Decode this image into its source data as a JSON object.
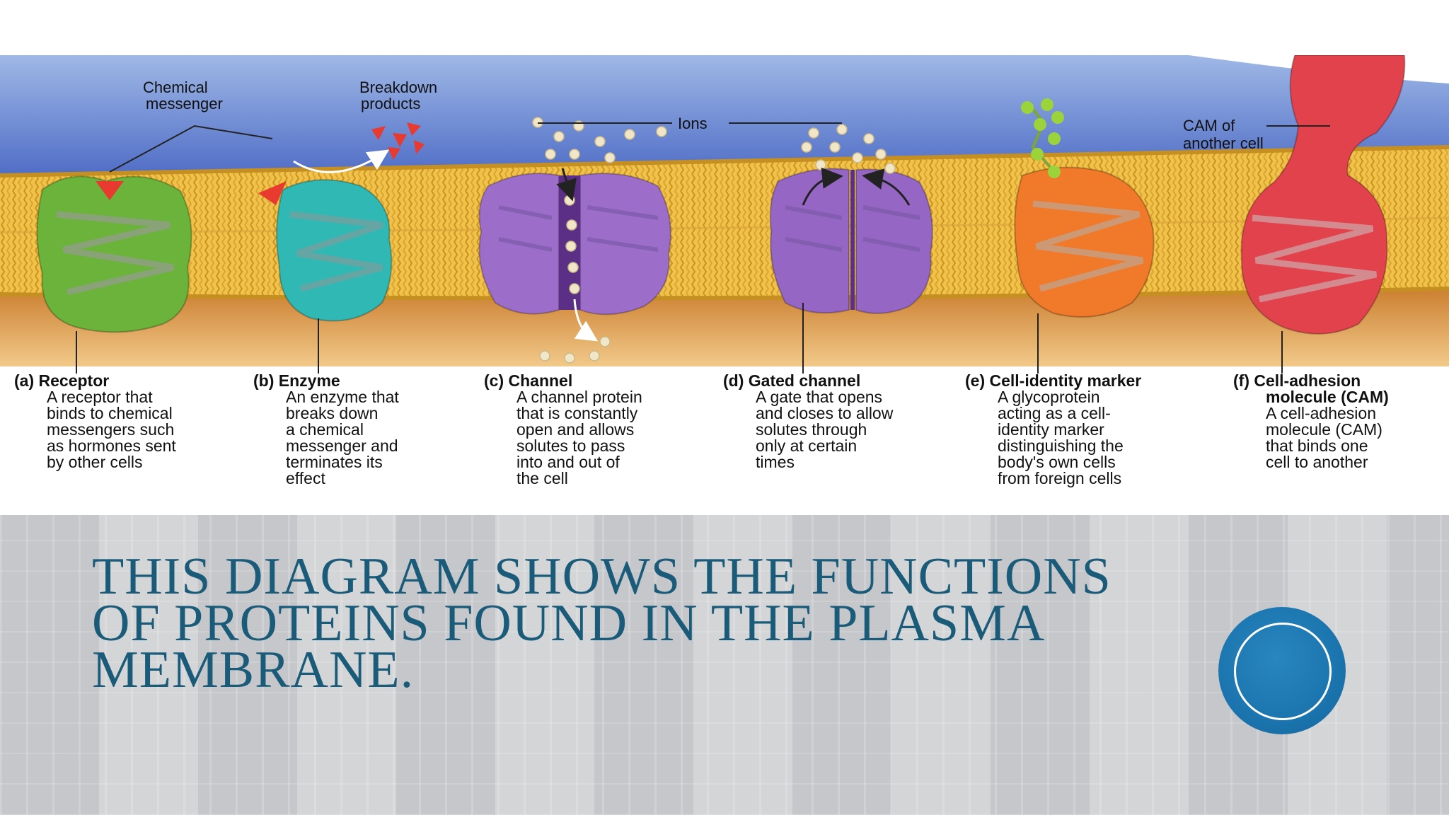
{
  "diagram": {
    "top_labels": {
      "chemical_messenger": [
        "Chemical",
        "messenger"
      ],
      "breakdown_products": [
        "Breakdown",
        "products"
      ],
      "ions": "Ions",
      "cam_other": [
        "CAM of",
        "another cell"
      ]
    },
    "proteins": [
      {
        "title": "(a) Receptor",
        "title_lines": [
          "(a) Receptor"
        ],
        "desc": [
          "A receptor that",
          "binds to chemical",
          "messengers such",
          "as hormones sent",
          "by other cells"
        ],
        "color": "#6bb33a"
      },
      {
        "title": "(b) Enzyme",
        "title_lines": [
          "(b) Enzyme"
        ],
        "desc": [
          "An enzyme that",
          "breaks down",
          "a chemical",
          "messenger and",
          "terminates its",
          "effect"
        ],
        "color": "#2fb8b4"
      },
      {
        "title": "(c) Channel",
        "title_lines": [
          "(c) Channel"
        ],
        "desc": [
          "A channel protein",
          "that is constantly",
          "open and allows",
          "solutes to pass",
          "into and out of",
          "the cell"
        ],
        "color": "#9d6ec9"
      },
      {
        "title": "(d) Gated channel",
        "title_lines": [
          "(d) Gated channel"
        ],
        "desc": [
          "A gate that opens",
          "and closes to allow",
          "solutes through",
          "only at certain",
          "times"
        ],
        "color": "#9566c4"
      },
      {
        "title": "(e) Cell-identity marker",
        "title_lines": [
          "(e) Cell-identity marker"
        ],
        "desc": [
          "A glycoprotein",
          "acting as a cell-",
          "identity marker",
          "distinguishing the",
          "body's own cells",
          "from foreign cells"
        ],
        "color": "#f07a2a"
      },
      {
        "title": "(f) Cell-adhesion molecule (CAM)",
        "title_lines": [
          "(f) Cell-adhesion",
          "molecule (CAM)"
        ],
        "desc": [
          "A cell-adhesion",
          "molecule (CAM)",
          "that binds one",
          "cell to another"
        ],
        "color": "#e2424c"
      }
    ],
    "colors": {
      "sky_top": "#9fb8e6",
      "sky_bottom": "#4a68c4",
      "membrane": "#f0c24a",
      "cytoplasm": "#e9a040",
      "messenger": "#e83a2e",
      "ion": "#f1e7c8",
      "glyco": "#9bd43a"
    }
  },
  "title": "This diagram shows the functions of proteins found in the plasma membrane.",
  "badge": {
    "color": "#1c76b0",
    "icon": "circle-badge-icon"
  }
}
